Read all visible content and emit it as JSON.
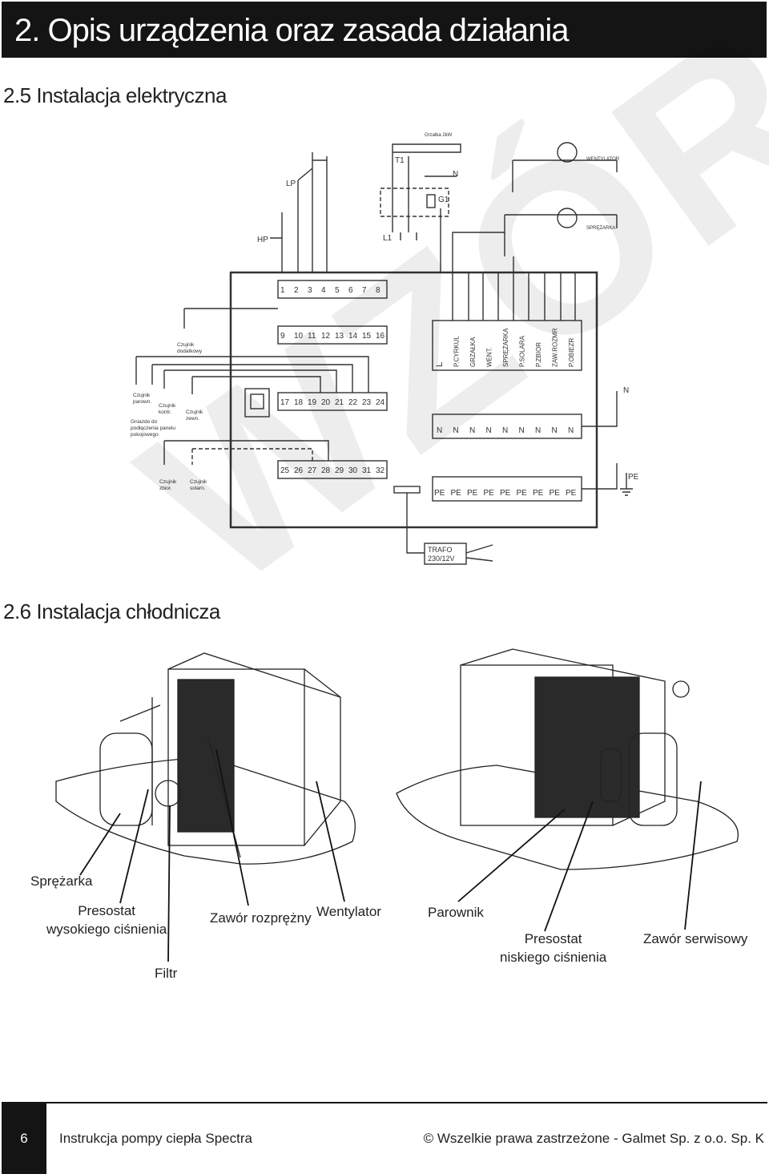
{
  "header": {
    "title": "2. Opis urządzenia oraz zasada działania"
  },
  "sections": {
    "electrical": "2.5 Instalacja elektryczna",
    "refrigeration": "2.6 Instalacja chłodnicza"
  },
  "watermark": "WZÓR",
  "wiring": {
    "top_labels": {
      "lp": "LP",
      "hp": "HP",
      "t1": "T1",
      "g1": "G1",
      "n": "N",
      "l1": "L1",
      "grzalka": "Grzałka 2kW",
      "wentylator": "WENTYLATOR",
      "sprezarka_small": "SPRĘŻARKA"
    },
    "terminals_row1": [
      "1",
      "2",
      "3",
      "4",
      "5",
      "6",
      "7",
      "8"
    ],
    "terminals_row2": [
      "9",
      "10",
      "11",
      "12",
      "13",
      "14",
      "15",
      "16"
    ],
    "terminals_row3": [
      "17",
      "18",
      "19",
      "20",
      "21",
      "22",
      "23",
      "24"
    ],
    "terminals_row4": [
      "25",
      "26",
      "27",
      "28",
      "29",
      "30",
      "31",
      "32"
    ],
    "relay_labels": [
      "L",
      "P.CYRKUL",
      "GRZAŁKA",
      "WENT.",
      "SPRĘŻARKA",
      "P.SOLARA",
      "P.ZBIOR",
      "ZAW.ROZMR",
      "P.OBIEZR"
    ],
    "n_row": [
      "N",
      "N",
      "N",
      "N",
      "N",
      "N",
      "N",
      "N",
      "N"
    ],
    "pe_row": [
      "PE",
      "PE",
      "PE",
      "PE",
      "PE",
      "PE",
      "PE",
      "PE",
      "PE"
    ],
    "side_n": "N",
    "side_pe": "PE",
    "trafo": [
      "TRAFO",
      "230/12V"
    ],
    "sensors": {
      "dodatkowy": [
        "Czujnik",
        "dodatkowy"
      ],
      "parown": [
        "Czujnik",
        "parown."
      ],
      "kontr": [
        "Czujnik",
        "kontr."
      ],
      "zewn": [
        "Czujnik",
        "zewn."
      ],
      "gniazdo": [
        "Gniazdo do",
        "podłączenia panelu",
        "pokojowego"
      ],
      "zbior": [
        "Czujnik",
        "zbior."
      ],
      "solarn": [
        "Czujnik",
        "solarn."
      ]
    }
  },
  "components": {
    "sprezarka": "Sprężarka",
    "presostat_wys": [
      "Presostat",
      "wysokiego ciśnienia"
    ],
    "filtr": "Filtr",
    "zawor_rozprezny": "Zawór rozprężny",
    "wentylator": "Wentylator",
    "parownik": "Parownik",
    "presostat_nis": [
      "Presostat",
      "niskiego ciśnienia"
    ],
    "zawor_serwisowy": "Zawór serwisowy"
  },
  "footer": {
    "page_number": "6",
    "left_text": "Instrukcja pompy ciepła Spectra",
    "right_text": "© Wszelkie prawa zastrzeżone - Galmet Sp. z o.o. Sp. K"
  }
}
